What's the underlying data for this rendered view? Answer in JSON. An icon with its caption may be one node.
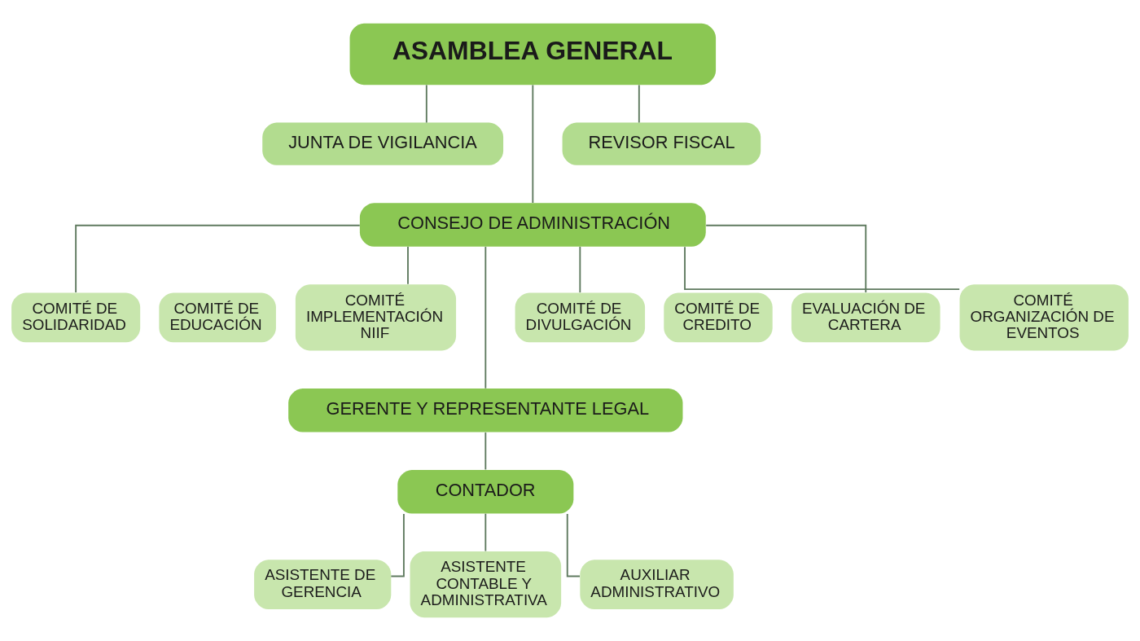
{
  "diagram": {
    "nodes": [
      {
        "text": [
          "ASAMBLEA GENERAL"
        ]
      },
      {
        "text": [
          "JUNTA DE VIGILANCIA"
        ]
      },
      {
        "text": [
          "REVISOR FISCAL"
        ]
      },
      {
        "text": [
          "CONSEJO DE ADMINISTRACIÓN"
        ]
      },
      {
        "text": [
          "COMITÉ DE SOLIDARIDAD"
        ]
      },
      {
        "text": [
          "COMITÉ DE EDUCACIÓN"
        ]
      },
      {
        "text": [
          "COMITÉ IMPLEMENTACIÓN NIIF"
        ]
      },
      {
        "text": [
          "COMITÉ DE DIVULGACIÓN"
        ]
      },
      {
        "text": [
          "COMITÉ DE CREDITO"
        ]
      },
      {
        "text": [
          "EVALUACIÓN DE CARTERA"
        ]
      },
      {
        "text": [
          "COMITÉ ORGANIZACIÓN DE EVENTOS"
        ]
      },
      {
        "text": [
          "GERENTE Y REPRESENTANTE LEGAL"
        ]
      },
      {
        "text": [
          "CONTADOR"
        ]
      },
      {
        "text": [
          "ASISTENTE DE GERENCIA"
        ]
      },
      {
        "text": [
          "ASISTENTE CONTABLE Y ADMINISTRATIVA"
        ]
      },
      {
        "text": [
          "AUXILIAR ADMINISTRATIVO"
        ]
      }
    ],
    "edges": [
      {
        "from": 0,
        "to": 1,
        "arrow": "none"
      },
      {
        "from": 0,
        "to": 3,
        "arrow": "none"
      },
      {
        "from": 0,
        "to": 2,
        "arrow": "none"
      },
      {
        "from": 3,
        "to": 4,
        "arrow": "none"
      },
      {
        "from": 3,
        "to": 6,
        "arrow": "none"
      },
      {
        "from": 3,
        "to": 11,
        "arrow": "none"
      },
      {
        "from": 3,
        "to": 7,
        "arrow": "none"
      },
      {
        "from": 3,
        "to": 9,
        "arrow": "none"
      },
      {
        "from": 3,
        "to": 10,
        "arrow": "none"
      },
      {
        "from": 11,
        "to": 12,
        "arrow": "none"
      },
      {
        "from": 12,
        "to": 13,
        "arrow": "none"
      },
      {
        "from": 12,
        "to": 14,
        "arrow": "none"
      },
      {
        "from": 12,
        "to": 15,
        "arrow": "none"
      }
    ]
  }
}
